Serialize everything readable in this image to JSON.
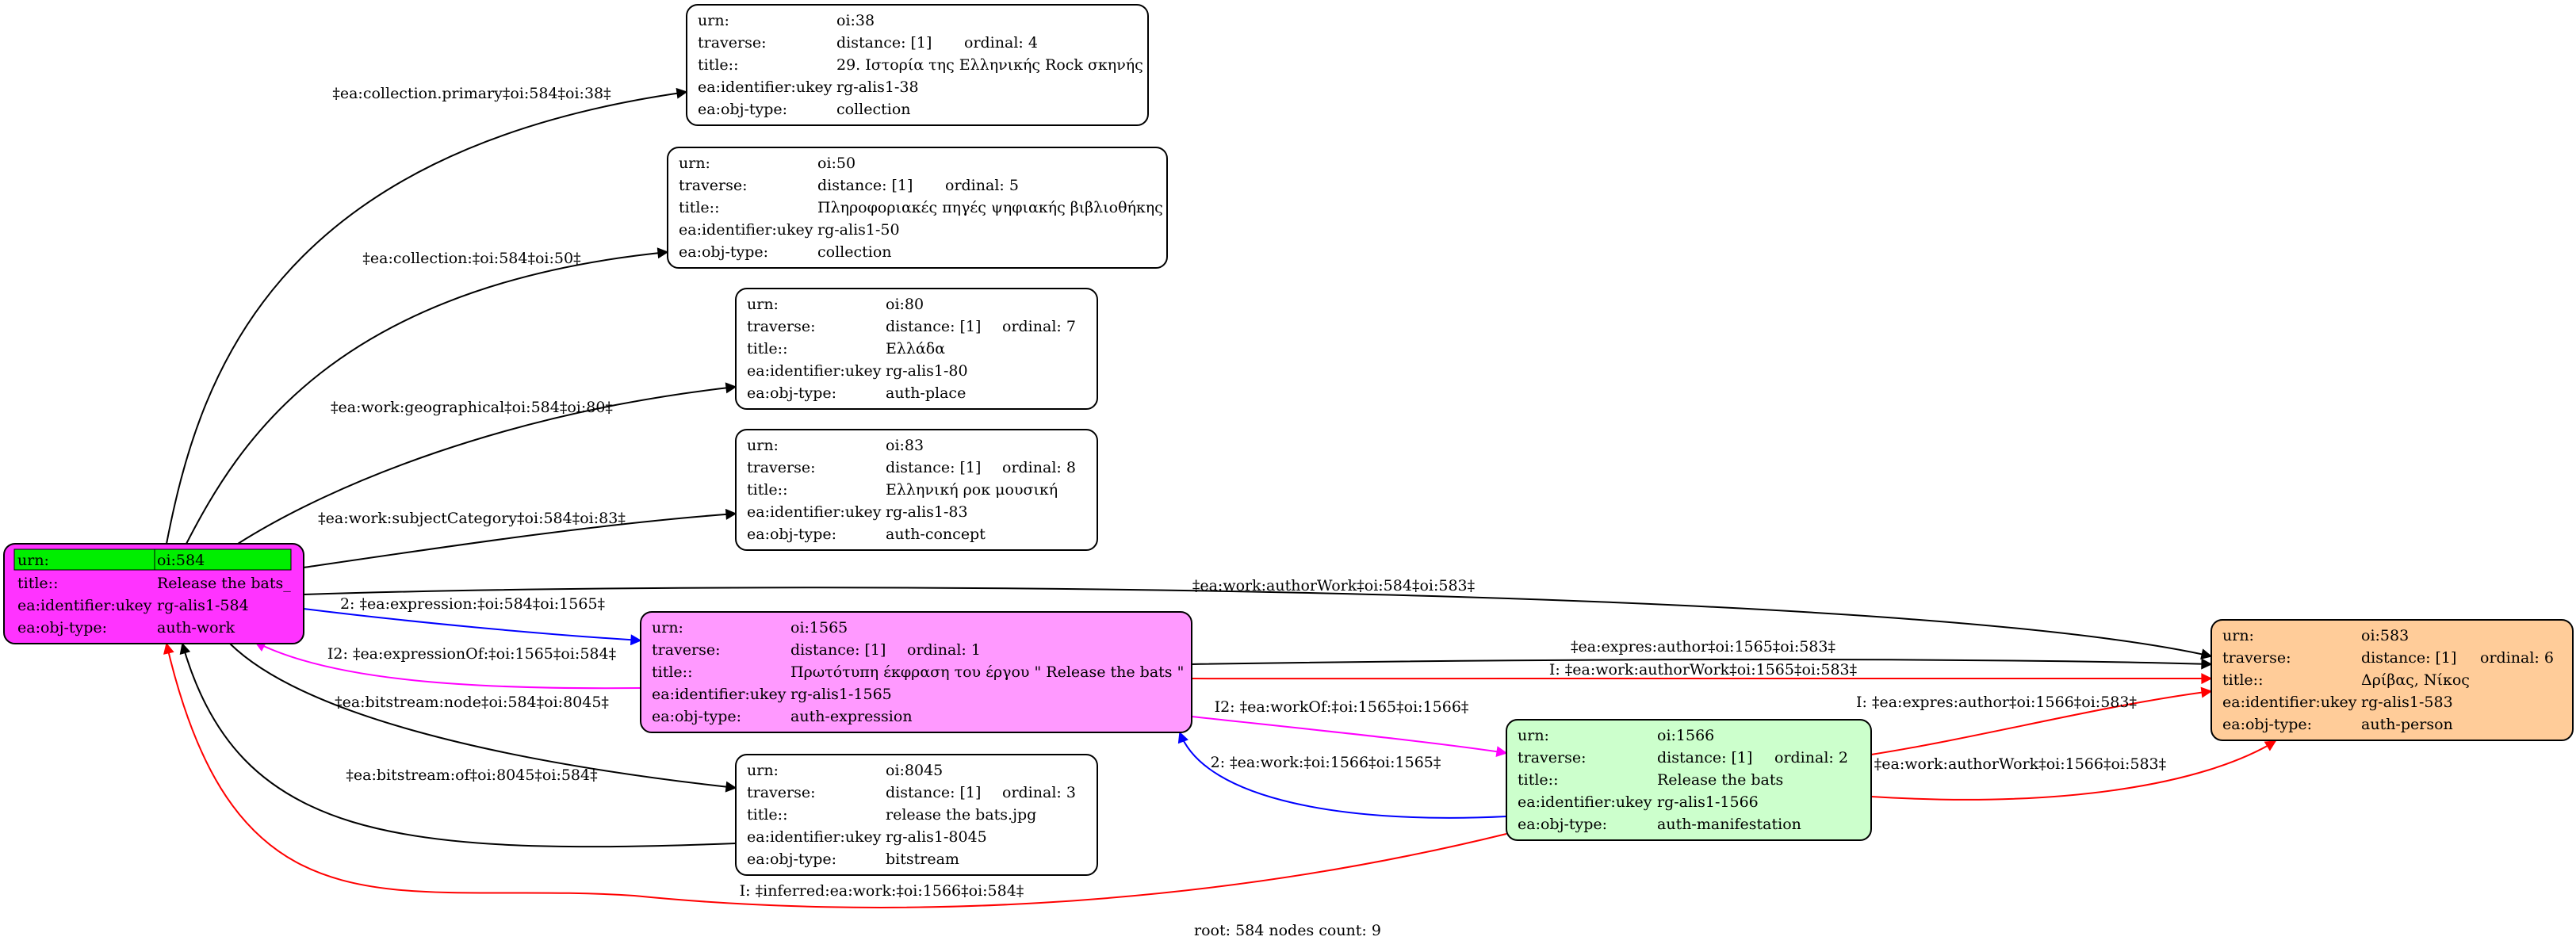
{
  "nodes": [
    {
      "id": "root",
      "fill": "#ff33ff",
      "rows": [
        [
          "urn:",
          "oi:584"
        ],
        [
          "title::",
          "Release the bats_"
        ],
        [
          "ea:identifier:ukey",
          "rg-alis1-584"
        ],
        [
          "ea:obj-type:",
          "auth-work"
        ]
      ],
      "highlight_fill": "#00ee00"
    },
    {
      "id": "oi38",
      "fill": "#ffffff",
      "rows": [
        [
          "urn:",
          "oi:38"
        ],
        [
          "traverse:",
          "distance: [1]",
          "ordinal: 4"
        ],
        [
          "title::",
          "29. Ιστορία της Ελληνικής Rock σκηνής"
        ],
        [
          "ea:identifier:ukey",
          "rg-alis1-38"
        ],
        [
          "ea:obj-type:",
          "collection"
        ]
      ]
    },
    {
      "id": "oi50",
      "fill": "#ffffff",
      "rows": [
        [
          "urn:",
          "oi:50"
        ],
        [
          "traverse:",
          "distance: [1]",
          "ordinal: 5"
        ],
        [
          "title::",
          "Πληροφοριακές πηγές ψηφιακής βιβλιοθήκης"
        ],
        [
          "ea:identifier:ukey",
          "rg-alis1-50"
        ],
        [
          "ea:obj-type:",
          "collection"
        ]
      ]
    },
    {
      "id": "oi80",
      "fill": "#ffffff",
      "rows": [
        [
          "urn:",
          "oi:80"
        ],
        [
          "traverse:",
          "distance: [1]",
          "ordinal: 7"
        ],
        [
          "title::",
          "Ελλάδα"
        ],
        [
          "ea:identifier:ukey",
          "rg-alis1-80"
        ],
        [
          "ea:obj-type:",
          "auth-place"
        ]
      ]
    },
    {
      "id": "oi83",
      "fill": "#ffffff",
      "rows": [
        [
          "urn:",
          "oi:83"
        ],
        [
          "traverse:",
          "distance: [1]",
          "ordinal: 8"
        ],
        [
          "title::",
          "Ελληνική ροκ μουσική"
        ],
        [
          "ea:identifier:ukey",
          "rg-alis1-83"
        ],
        [
          "ea:obj-type:",
          "auth-concept"
        ]
      ]
    },
    {
      "id": "oi1565",
      "fill": "#ff99ff",
      "rows": [
        [
          "urn:",
          "oi:1565"
        ],
        [
          "traverse:",
          "distance: [1]",
          "ordinal: 1"
        ],
        [
          "title::",
          "Πρωτότυπη έκφραση του έργου \" Release the bats \""
        ],
        [
          "ea:identifier:ukey",
          "rg-alis1-1565"
        ],
        [
          "ea:obj-type:",
          "auth-expression"
        ]
      ]
    },
    {
      "id": "oi8045",
      "fill": "#ffffff",
      "rows": [
        [
          "urn:",
          "oi:8045"
        ],
        [
          "traverse:",
          "distance: [1]",
          "ordinal: 3"
        ],
        [
          "title::",
          "release the bats.jpg"
        ],
        [
          "ea:identifier:ukey",
          "rg-alis1-8045"
        ],
        [
          "ea:obj-type:",
          "bitstream"
        ]
      ]
    },
    {
      "id": "oi1566",
      "fill": "#ccffcc",
      "rows": [
        [
          "urn:",
          "oi:1566"
        ],
        [
          "traverse:",
          "distance: [1]",
          "ordinal: 2"
        ],
        [
          "title::",
          "Release the bats"
        ],
        [
          "ea:identifier:ukey",
          "rg-alis1-1566"
        ],
        [
          "ea:obj-type:",
          "auth-manifestation"
        ]
      ]
    },
    {
      "id": "oi583",
      "fill": "#ffcc99",
      "rows": [
        [
          "urn:",
          "oi:583"
        ],
        [
          "traverse:",
          "distance: [1]",
          "ordinal: 6"
        ],
        [
          "title::",
          "Δρίβας, Νίκος"
        ],
        [
          "ea:identifier:ukey",
          "rg-alis1-583"
        ],
        [
          "ea:obj-type:",
          "auth-person"
        ]
      ]
    }
  ],
  "edges": [
    {
      "id": "e1",
      "color": "#000000",
      "label": "‡ea:collection.primary‡oi:584‡oi:38‡"
    },
    {
      "id": "e2",
      "color": "#000000",
      "label": "‡ea:collection:‡oi:584‡oi:50‡"
    },
    {
      "id": "e3",
      "color": "#000000",
      "label": "‡ea:work:geographical‡oi:584‡oi:80‡"
    },
    {
      "id": "e4",
      "color": "#000000",
      "label": "‡ea:work:subjectCategory‡oi:584‡oi:83‡"
    },
    {
      "id": "e5",
      "color": "#000000",
      "label": "‡ea:work:authorWork‡oi:584‡oi:583‡"
    },
    {
      "id": "e6",
      "color": "#0000ff",
      "label": "2: ‡ea:expression:‡oi:584‡oi:1565‡"
    },
    {
      "id": "e7",
      "color": "#ff00ff",
      "label": "I2: ‡ea:expressionOf:‡oi:1565‡oi:584‡"
    },
    {
      "id": "e8",
      "color": "#000000",
      "label": "‡ea:bitstream:node‡oi:584‡oi:8045‡"
    },
    {
      "id": "e9",
      "color": "#000000",
      "label": "‡ea:bitstream:of‡oi:8045‡oi:584‡"
    },
    {
      "id": "e10",
      "color": "#000000",
      "label": "‡ea:expres:author‡oi:1565‡oi:583‡"
    },
    {
      "id": "e11",
      "color": "#ff0000",
      "label": "I: ‡ea:work:authorWork‡oi:1565‡oi:583‡"
    },
    {
      "id": "e12",
      "color": "#ff00ff",
      "label": "I2: ‡ea:workOf:‡oi:1565‡oi:1566‡"
    },
    {
      "id": "e13",
      "color": "#0000ff",
      "label": "2: ‡ea:work:‡oi:1566‡oi:1565‡"
    },
    {
      "id": "e14",
      "color": "#ff0000",
      "label": "I: ‡ea:expres:author‡oi:1566‡oi:583‡"
    },
    {
      "id": "e15",
      "color": "#ff0000",
      "label": "I: ‡ea:work:authorWork‡oi:1566‡oi:583‡"
    },
    {
      "id": "e16",
      "color": "#ff0000",
      "label": "I: ‡inferred:ea:work:‡oi:1566‡oi:584‡"
    }
  ],
  "footer": "root: 584 nodes count: 9"
}
